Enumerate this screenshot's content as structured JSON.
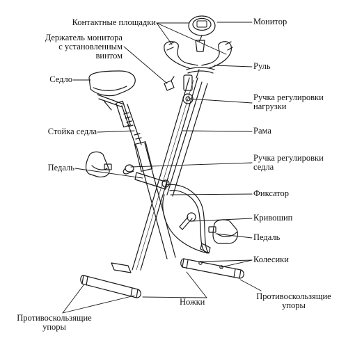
{
  "diagram": {
    "labels": {
      "contact_pads": "Контактные площадки",
      "monitor": "Монитор",
      "monitor_holder": "Держатель монитора\nс установленным\nвинтом",
      "handlebar": "Руль",
      "saddle": "Седло",
      "tension_knob": "Ручка регулировки\nнагрузки",
      "seat_post": "Стойка седла",
      "frame": "Рама",
      "saddle_knob": "Ручка регулировки\nседла",
      "pedal_left": "Педаль",
      "latch": "Фиксатор",
      "crank": "Кривошип",
      "pedal_right": "Педаль",
      "wheels": "Колесики",
      "legs": "Ножки",
      "anti_slip_right": "Противоскользящие\nупоры",
      "anti_slip_left": "Противоскользящие\nупоры"
    }
  }
}
